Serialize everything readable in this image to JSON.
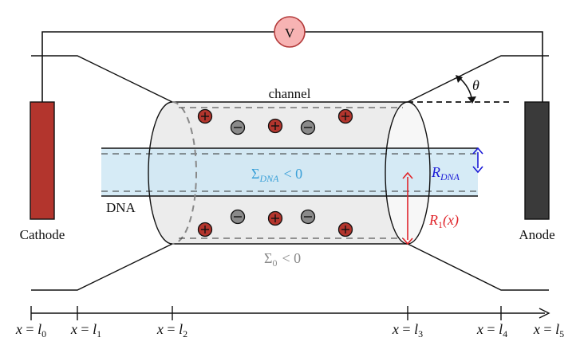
{
  "labels": {
    "voltmeter": "V",
    "channel": "channel",
    "dna": "DNA",
    "cathode": "Cathode",
    "anode": "Anode",
    "theta": "θ",
    "sigma_dna_main": "Σ",
    "sigma_dna_sub": "DNA",
    "sigma_dna_rel": "< 0",
    "r_dna_main": "R",
    "r_dna_sub": "DNA",
    "r1_main": "R",
    "r1_sub": "1",
    "r1_arg": "(x)",
    "sigma0_main": "Σ",
    "sigma0_sub": "0",
    "sigma0_rel": "< 0"
  },
  "axis": {
    "ticks": [
      {
        "lhs": "x",
        "eq": " = ",
        "var": "l",
        "sub": "0"
      },
      {
        "lhs": "x",
        "eq": " = ",
        "var": "l",
        "sub": "1"
      },
      {
        "lhs": "x",
        "eq": " = ",
        "var": "l",
        "sub": "2"
      },
      {
        "lhs": "x",
        "eq": " = ",
        "var": "l",
        "sub": "3"
      },
      {
        "lhs": "x",
        "eq": " = ",
        "var": "l",
        "sub": "4"
      },
      {
        "lhs": "x",
        "eq": " = ",
        "var": "l",
        "sub": "5"
      }
    ]
  },
  "charges": {
    "top_row": [
      "+",
      "−",
      "+",
      "−",
      "+"
    ],
    "bottom_row": [
      "+",
      "−",
      "+",
      "−",
      "+"
    ]
  },
  "colors": {
    "cathode": "#b3352d",
    "anode": "#3a3a3a",
    "voltmeter_fill": "#f7b3b3",
    "voltmeter_stroke": "#b33a3a",
    "positive": "#b3352d",
    "negative": "#8a8a8a",
    "dna_band": "#cfe8f5",
    "channel_fill": "#e8e8e8",
    "sigma_dna": "#3aa0d8",
    "r_dna": "#1a1ad6",
    "r1": "#e0242a",
    "sigma0": "#8a8a8a"
  }
}
